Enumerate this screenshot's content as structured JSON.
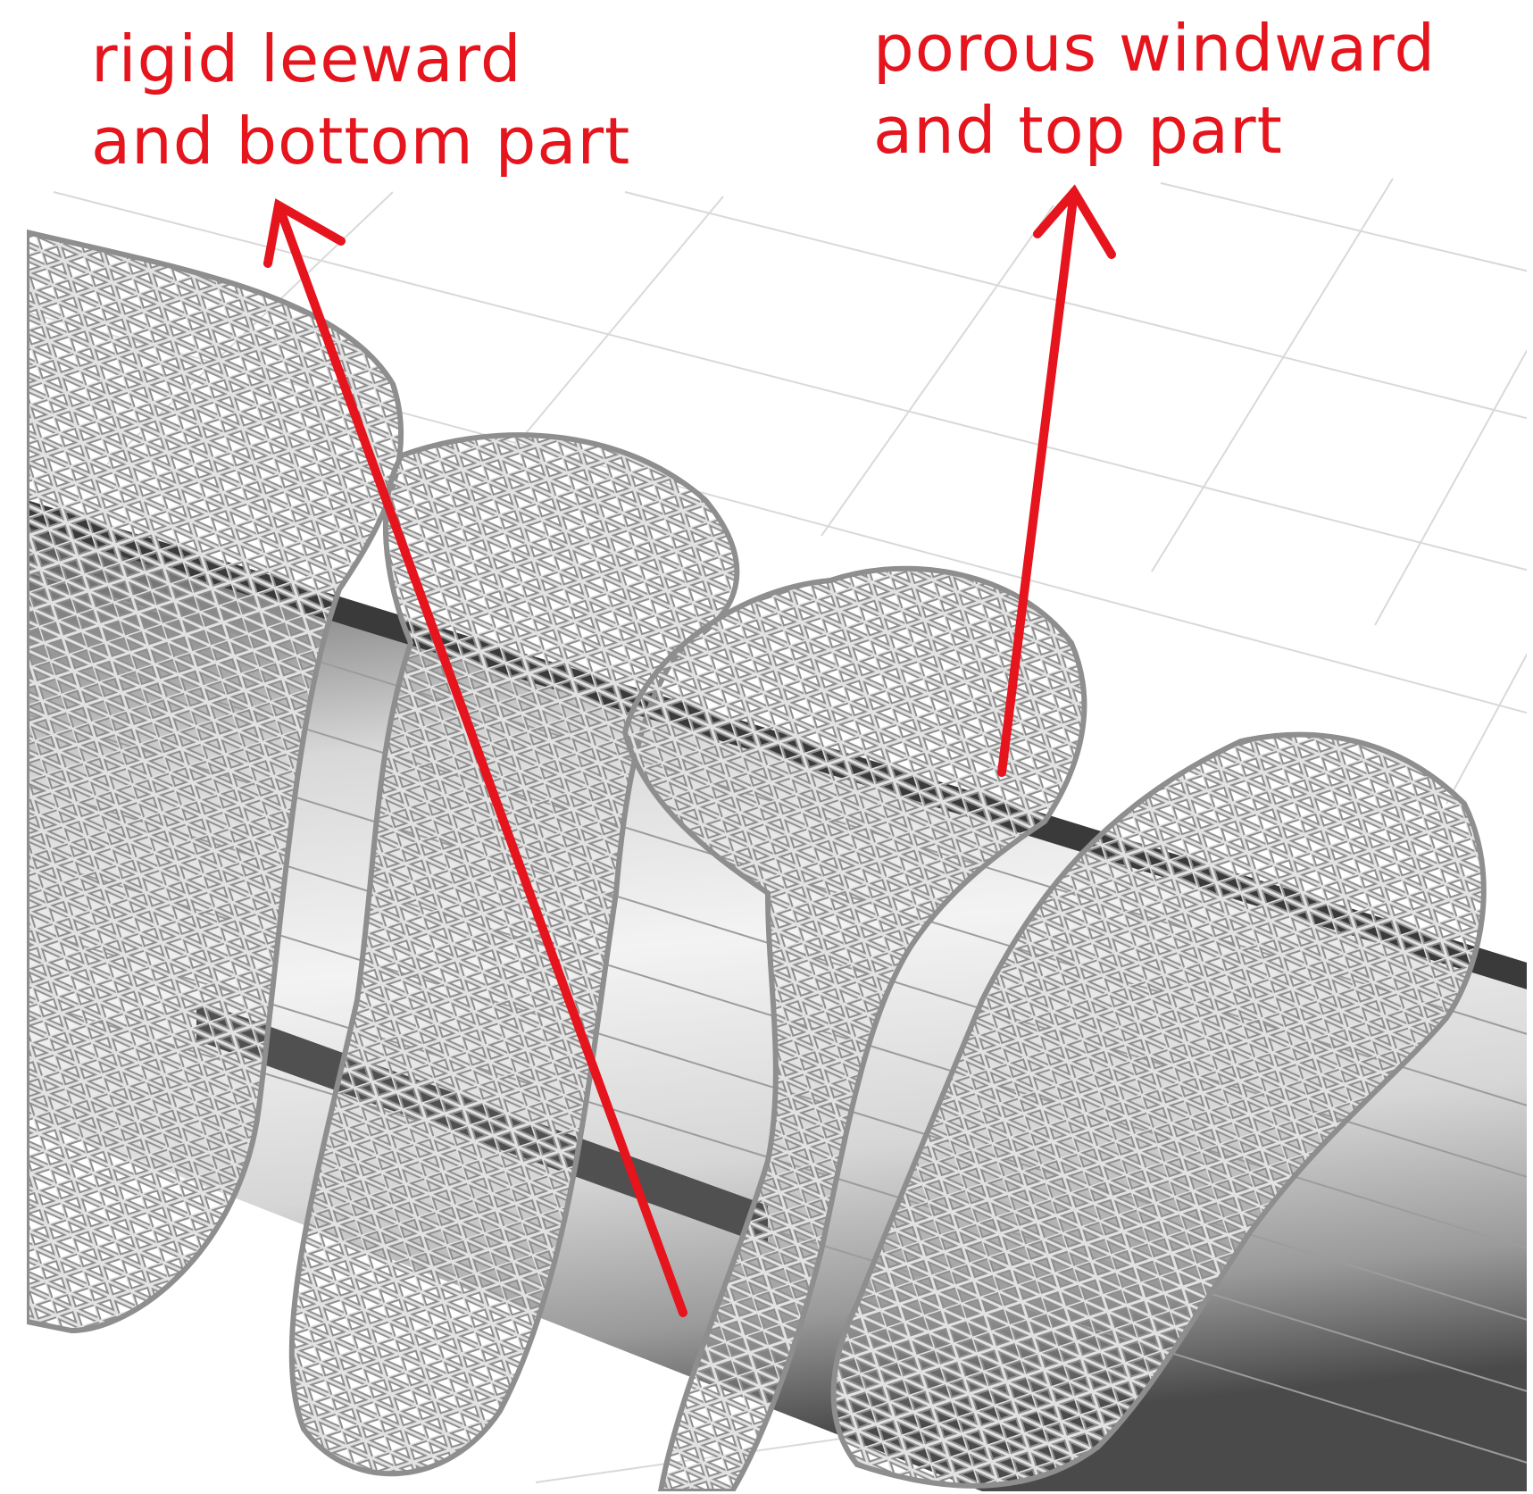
{
  "annotations": {
    "left": {
      "line1": "rigid leeward",
      "line2": "and bottom part"
    },
    "right": {
      "line1": "porous windward",
      "line2": "and top part"
    }
  },
  "colors": {
    "annotation": "#e5141d",
    "lattice_stroke": "#8e8e8e",
    "lattice_highlight": "#e2e2e2",
    "grid": "#d9d9d9",
    "cylinder_dark": "#4a4a4a",
    "cylinder_light": "#f2f2f2"
  },
  "components": {
    "lattice_rings": 4,
    "grid": "floor-grid",
    "core": "cylinder"
  }
}
